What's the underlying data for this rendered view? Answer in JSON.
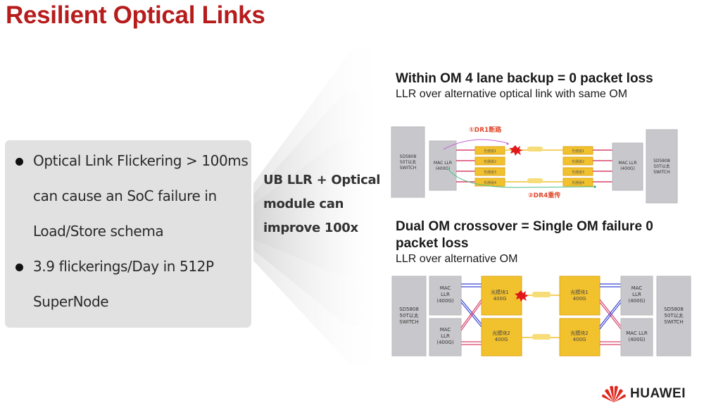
{
  "slide": {
    "title": "Resilient Optical Links",
    "accent_color": "#b71c1c"
  },
  "problem_box": {
    "bullets": [
      {
        "lines": [
          "Optical Link Flickering > 100ms",
          "can cause an SoC failure in",
          "Load/Store schema"
        ]
      },
      {
        "lines": [
          "3.9 flickerings/Day  in 512P",
          "SuperNode"
        ]
      }
    ]
  },
  "solution": {
    "lines": [
      "UB LLR + Optical",
      "module can",
      "improve 100x"
    ]
  },
  "scenario_1": {
    "heading": "Within OM 4 lane backup = 0 packet loss",
    "subheading": "LLR over alternative optical link with same OM",
    "diagram": {
      "left_switch": [
        "SD5808",
        "50T以太",
        "SWITCH"
      ],
      "right_switch": [
        "SD5808",
        "50T以太",
        "SWITCH"
      ],
      "left_mac": [
        "MAC LLR",
        "(400G)"
      ],
      "right_mac": [
        "MAC LLR",
        "(400G)"
      ],
      "left_channels": [
        "光通道1",
        "光通道2",
        "光通道3",
        "光通道4"
      ],
      "right_channels": [
        "光通道1",
        "光通道2",
        "光通道3",
        "光通道4"
      ],
      "failure_label": "①DR1断路",
      "retransmit_label": "②DR4重传",
      "colors": {
        "channel_fill": "#f2c12e",
        "switch_fill": "#c8c8cc",
        "lane": "#d9436b",
        "link": "#f2c12e",
        "failure": "#e01818",
        "failure_path": "#c861d8",
        "retransmit_path": "#4fbf8a",
        "label": "#e0462a"
      }
    }
  },
  "scenario_2": {
    "heading_lines": [
      "Dual OM crossover = Single OM failure 0",
      "packet loss"
    ],
    "subheading": "LLR over alternative OM",
    "diagram": {
      "left_switch": [
        "SD5808",
        "50T以太",
        "SWITCH"
      ],
      "right_switch": [
        "SD5808",
        "50T以太",
        "SWITCH"
      ],
      "left_macs": [
        [
          "MAC",
          "LLR",
          "(400G)"
        ],
        [
          "MAC",
          "LLR",
          "(400G)"
        ]
      ],
      "right_macs": [
        [
          "MAC",
          "LLR",
          "(400G)"
        ],
        [
          "MAC LLR",
          "(400G)"
        ]
      ],
      "left_modules": [
        [
          "光模块1",
          "400G"
        ],
        [
          "光模块2",
          "400G"
        ]
      ],
      "right_modules": [
        [
          "光模块1",
          "400G"
        ],
        [
          "光模块2",
          "400G"
        ]
      ],
      "colors": {
        "module_fill": "#f2c12e",
        "switch_fill": "#c8c8cc",
        "blue_lane": "#3a46d6",
        "red_lane": "#d9436b"
      }
    }
  },
  "brand": {
    "name": "HUAWEI",
    "logo_color": "#e0281e"
  }
}
